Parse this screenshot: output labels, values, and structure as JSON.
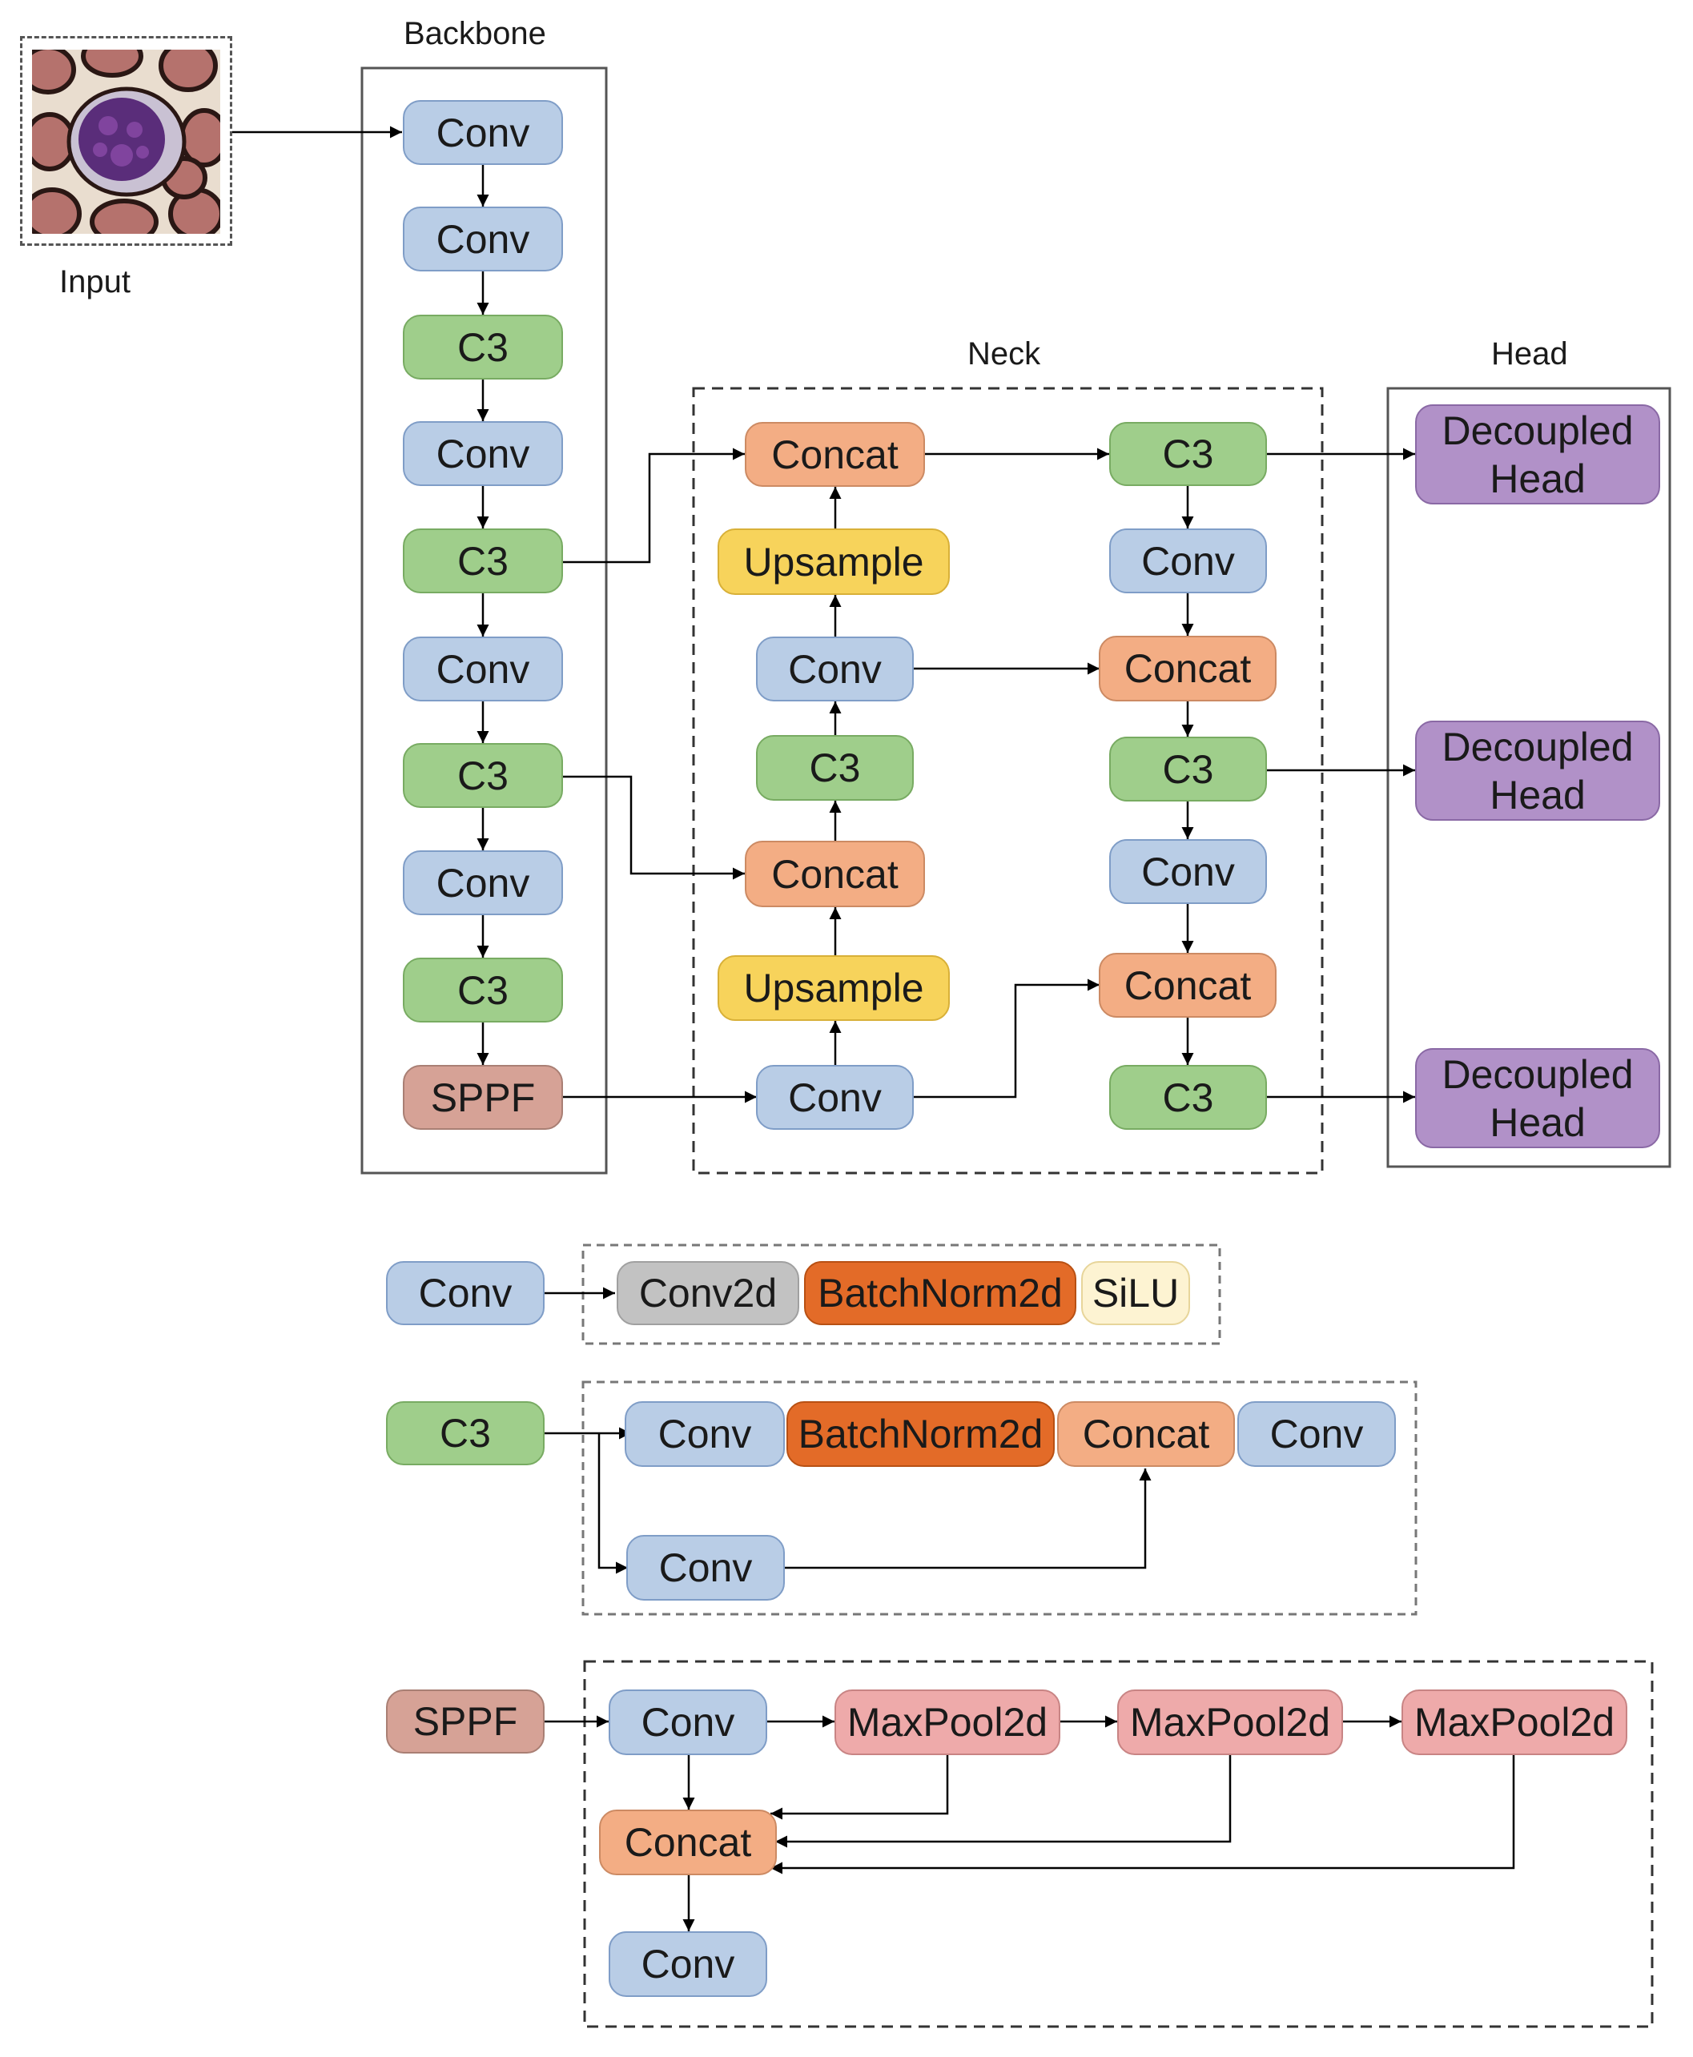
{
  "labels": {
    "input": "Input",
    "backbone": "Backbone",
    "neck": "Neck",
    "head": "Head"
  },
  "backbone": [
    "Conv",
    "Conv",
    "C3",
    "Conv",
    "C3",
    "Conv",
    "C3",
    "Conv",
    "C3",
    "SPPF"
  ],
  "neck": {
    "left": [
      "Concat",
      "Upsample",
      "Conv",
      "C3",
      "Concat",
      "Upsample",
      "Conv"
    ],
    "right": [
      "C3",
      "Conv",
      "Concat",
      "C3",
      "Conv",
      "Concat",
      "C3"
    ]
  },
  "heads": [
    "Decoupled\nHead",
    "Decoupled\nHead",
    "Decoupled\nHead"
  ],
  "legend": {
    "conv": {
      "key": "Conv",
      "parts": [
        "Conv2d",
        "BatchNorm2d",
        "SiLU"
      ]
    },
    "c3": {
      "key": "C3",
      "parts": [
        "Conv",
        "BatchNorm2d",
        "Concat",
        "Conv",
        "Conv"
      ]
    },
    "sppf": {
      "key": "SPPF",
      "parts": [
        "Conv",
        "MaxPool2d",
        "MaxPool2d",
        "MaxPool2d",
        "Concat",
        "Conv"
      ]
    }
  },
  "colors": {
    "conv": "#b9cde6",
    "c3": "#9fce8b",
    "concat": "#f3ad84",
    "upsample": "#f7d35b",
    "sppf": "#d6a296",
    "decoupled_head": "#b191c8",
    "conv2d": "#c2c2c2",
    "batchnorm2d": "#e36b28",
    "silu": "#fdf3d2",
    "maxpool2d": "#eeaaaa"
  }
}
